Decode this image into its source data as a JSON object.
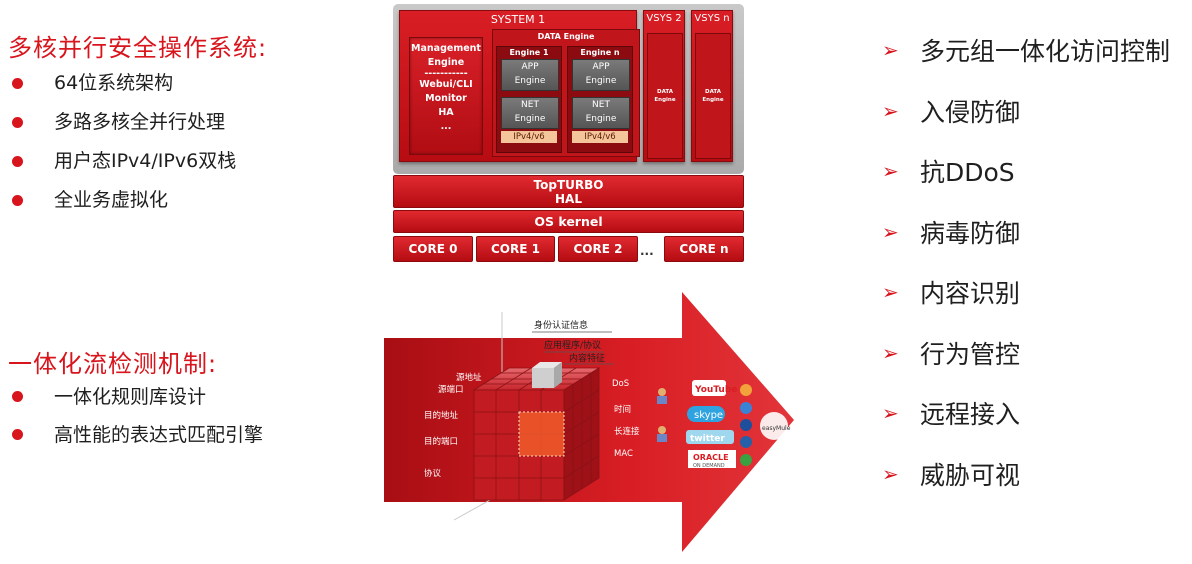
{
  "left": {
    "section1": {
      "title": "多核并行安全操作系统:",
      "items": [
        "64位系统架构",
        "多路多核全并行处理",
        "用户态IPv4/IPv6双栈",
        "全业务虚拟化"
      ]
    },
    "section2": {
      "title": "一体化流检测机制:",
      "items": [
        "一体化规则库设计",
        "高性能的表达式匹配引擎"
      ]
    }
  },
  "architecture": {
    "system1_title": "SYSTEM 1",
    "management": [
      "Management",
      "Engine",
      "-----------",
      "Webui/CLI",
      "Monitor",
      "HA",
      "..."
    ],
    "data_engine_title": "DATA Engine",
    "engines": [
      {
        "title": "Engine 1",
        "app": [
          "APP",
          "Engine"
        ],
        "net": [
          "NET",
          "Engine"
        ],
        "ip": "IPv4/v6"
      },
      {
        "title": "Engine n",
        "app": [
          "APP",
          "Engine"
        ],
        "net": [
          "NET",
          "Engine"
        ],
        "ip": "IPv4/v6"
      }
    ],
    "vsys": [
      {
        "title": "VSYS 2",
        "inner": [
          "DATA",
          "Engine"
        ]
      },
      {
        "title": "VSYS n",
        "inner": [
          "DATA",
          "Engine"
        ]
      }
    ],
    "topturbo": "TopTURBO",
    "hal": "HAL",
    "os_kernel": "OS kernel",
    "cores": [
      "CORE 0",
      "CORE 1",
      "CORE 2",
      "CORE n"
    ],
    "core_ellipsis": "..."
  },
  "cube": {
    "top_labels": [
      "身份认证信息",
      "应用程序/协议",
      "内容特征"
    ],
    "left_labels": [
      "源地址",
      "源端口",
      "目的地址",
      "目的端口",
      "协议"
    ],
    "right_labels": [
      "DoS",
      "时间",
      "长连接",
      "MAC"
    ],
    "icons": [
      "YouTube",
      "skype",
      "twitter",
      "ORACLE",
      "ON DEMAND",
      "easyMule"
    ]
  },
  "right_list": [
    "多元组一体化访问控制",
    "入侵防御",
    "抗DDoS",
    "病毒防御",
    "内容识别",
    "行为管控",
    "远程接入",
    "威胁可视"
  ],
  "colors": {
    "accent": "#d8141c",
    "arrow": "#d81e24",
    "grey": "#b5b5b5"
  }
}
